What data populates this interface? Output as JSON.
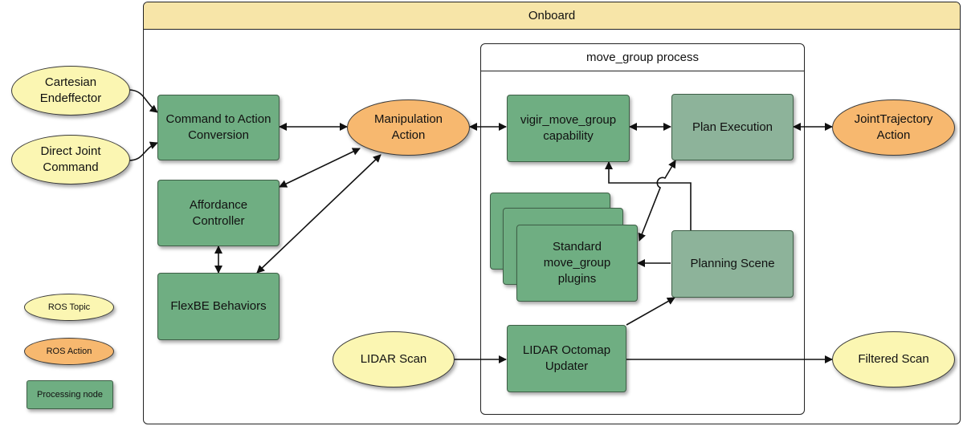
{
  "onboard": {
    "title": "Onboard"
  },
  "move_group": {
    "title": "move_group process"
  },
  "inputs": {
    "cartesian": "Cartesian Endeffector",
    "direct_joint": "Direct Joint Command",
    "lidar_scan": "LIDAR Scan"
  },
  "nodes": {
    "command_conversion": "Command to Action Conversion",
    "affordance": "Affordance Controller",
    "flexbe": "FlexBE Behaviors",
    "vigir_capability": "vigir_move_group capability",
    "plan_execution": "Plan Execution",
    "plugins": "Standard move_group plugins",
    "planning_scene": "Planning Scene",
    "octomap": "LIDAR Octomap Updater"
  },
  "actions": {
    "manipulation": "Manipulation Action",
    "joint_trajectory": "JointTrajectory Action"
  },
  "outputs": {
    "filtered_scan": "Filtered Scan"
  },
  "legend": {
    "topic": "ROS Topic",
    "action": "ROS Action",
    "node": "Processing node"
  },
  "colors": {
    "topic_fill": "#fbf6b2",
    "action_fill": "#f7b86f",
    "node_fill": "#6fae82",
    "node_fill_secondary": "#8db39a",
    "header_fill": "#f7e5a8"
  }
}
